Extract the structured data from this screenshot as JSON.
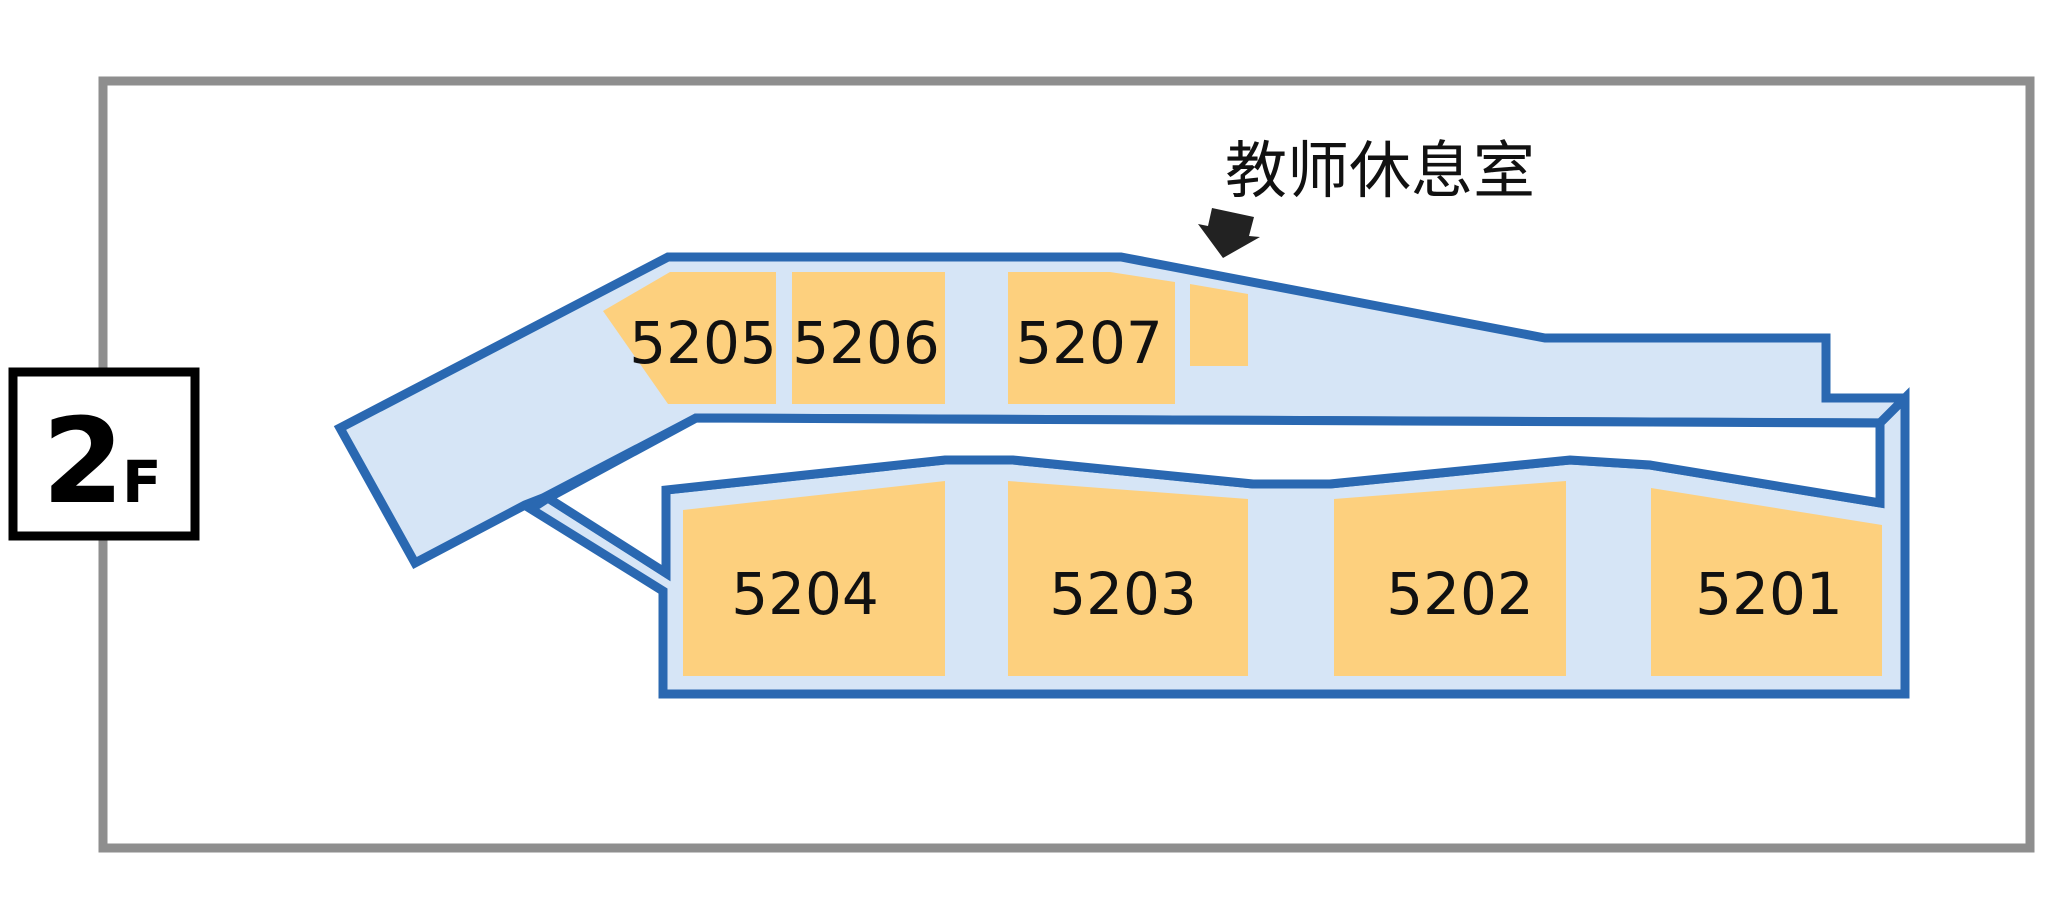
{
  "floor": {
    "number": "2",
    "suffix": "F"
  },
  "note": {
    "label": "教师休息室",
    "icon": "arrow-down-left-icon"
  },
  "rooms": {
    "r5205": "5205",
    "r5206": "5206",
    "r5207": "5207",
    "r5204": "5204",
    "r5203": "5203",
    "r5202": "5202",
    "r5201": "5201"
  },
  "colors": {
    "building_outline": "#2a68b1",
    "building_fill": "#d6e5f6",
    "room_fill": "#fdd07e",
    "campus_border": "#8e8e8e"
  }
}
